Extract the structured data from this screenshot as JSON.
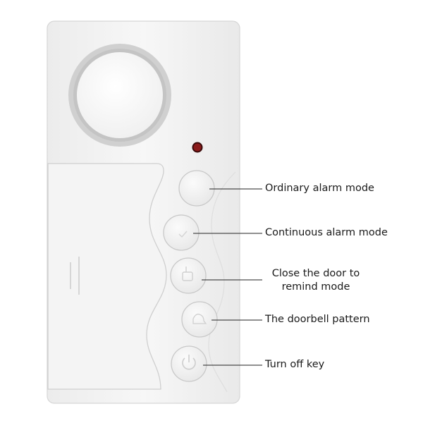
{
  "callouts": [
    {
      "label": "Ordinary alarm mode"
    },
    {
      "label": "Continuous alarm mode"
    },
    {
      "label": "Close the door to remind mode"
    },
    {
      "label": "The doorbell pattern"
    },
    {
      "label": "Turn off key"
    }
  ],
  "colors": {
    "body": "#f3f3f3",
    "body_edge": "#d8d8d8",
    "speaker_ring": "#c9c9c9",
    "led": "#8a1a1a",
    "leader_line": "#222222"
  },
  "icons": [
    "speaker-icon",
    "led-indicator",
    "power-icon",
    "bell-icon",
    "lock-icon",
    "check-icon"
  ]
}
